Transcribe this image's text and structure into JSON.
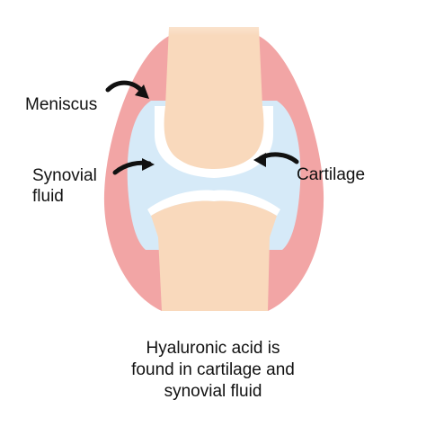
{
  "diagram": {
    "labels": {
      "meniscus": "Meniscus",
      "synovial_line1": "Synovial",
      "synovial_line2": "fluid",
      "cartilage": "Cartilage"
    },
    "caption": {
      "line1": "Hyaluronic acid is",
      "line2": "found in cartilage and",
      "line3": "synovial fluid"
    },
    "colors": {
      "capsule": "#f2a5a5",
      "synovial_fluid": "#d6eaf8",
      "bone": "#f9d9bc",
      "cartilage": "#ffffff",
      "arrow": "#111111"
    }
  }
}
